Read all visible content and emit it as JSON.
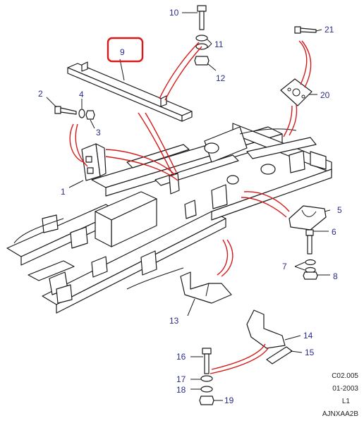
{
  "colors": {
    "callout_text": "#2b2b8c",
    "highlight": "#d61a1a",
    "line": "#1a1a1a"
  },
  "callouts": {
    "c1": "1",
    "c2": "2",
    "c3": "3",
    "c4": "4",
    "c5": "5",
    "c6": "6",
    "c7": "7",
    "c8": "8",
    "c9": "9",
    "c10": "10",
    "c11": "11",
    "c12": "12",
    "c13": "13",
    "c14": "14",
    "c15": "15",
    "c16": "16",
    "c17": "17",
    "c18": "18",
    "c19": "19",
    "c20": "20",
    "c21": "21"
  },
  "footer": {
    "code": "C02.005",
    "date": "01-2003",
    "level": "L1",
    "ref": "AJNXAA2B"
  }
}
